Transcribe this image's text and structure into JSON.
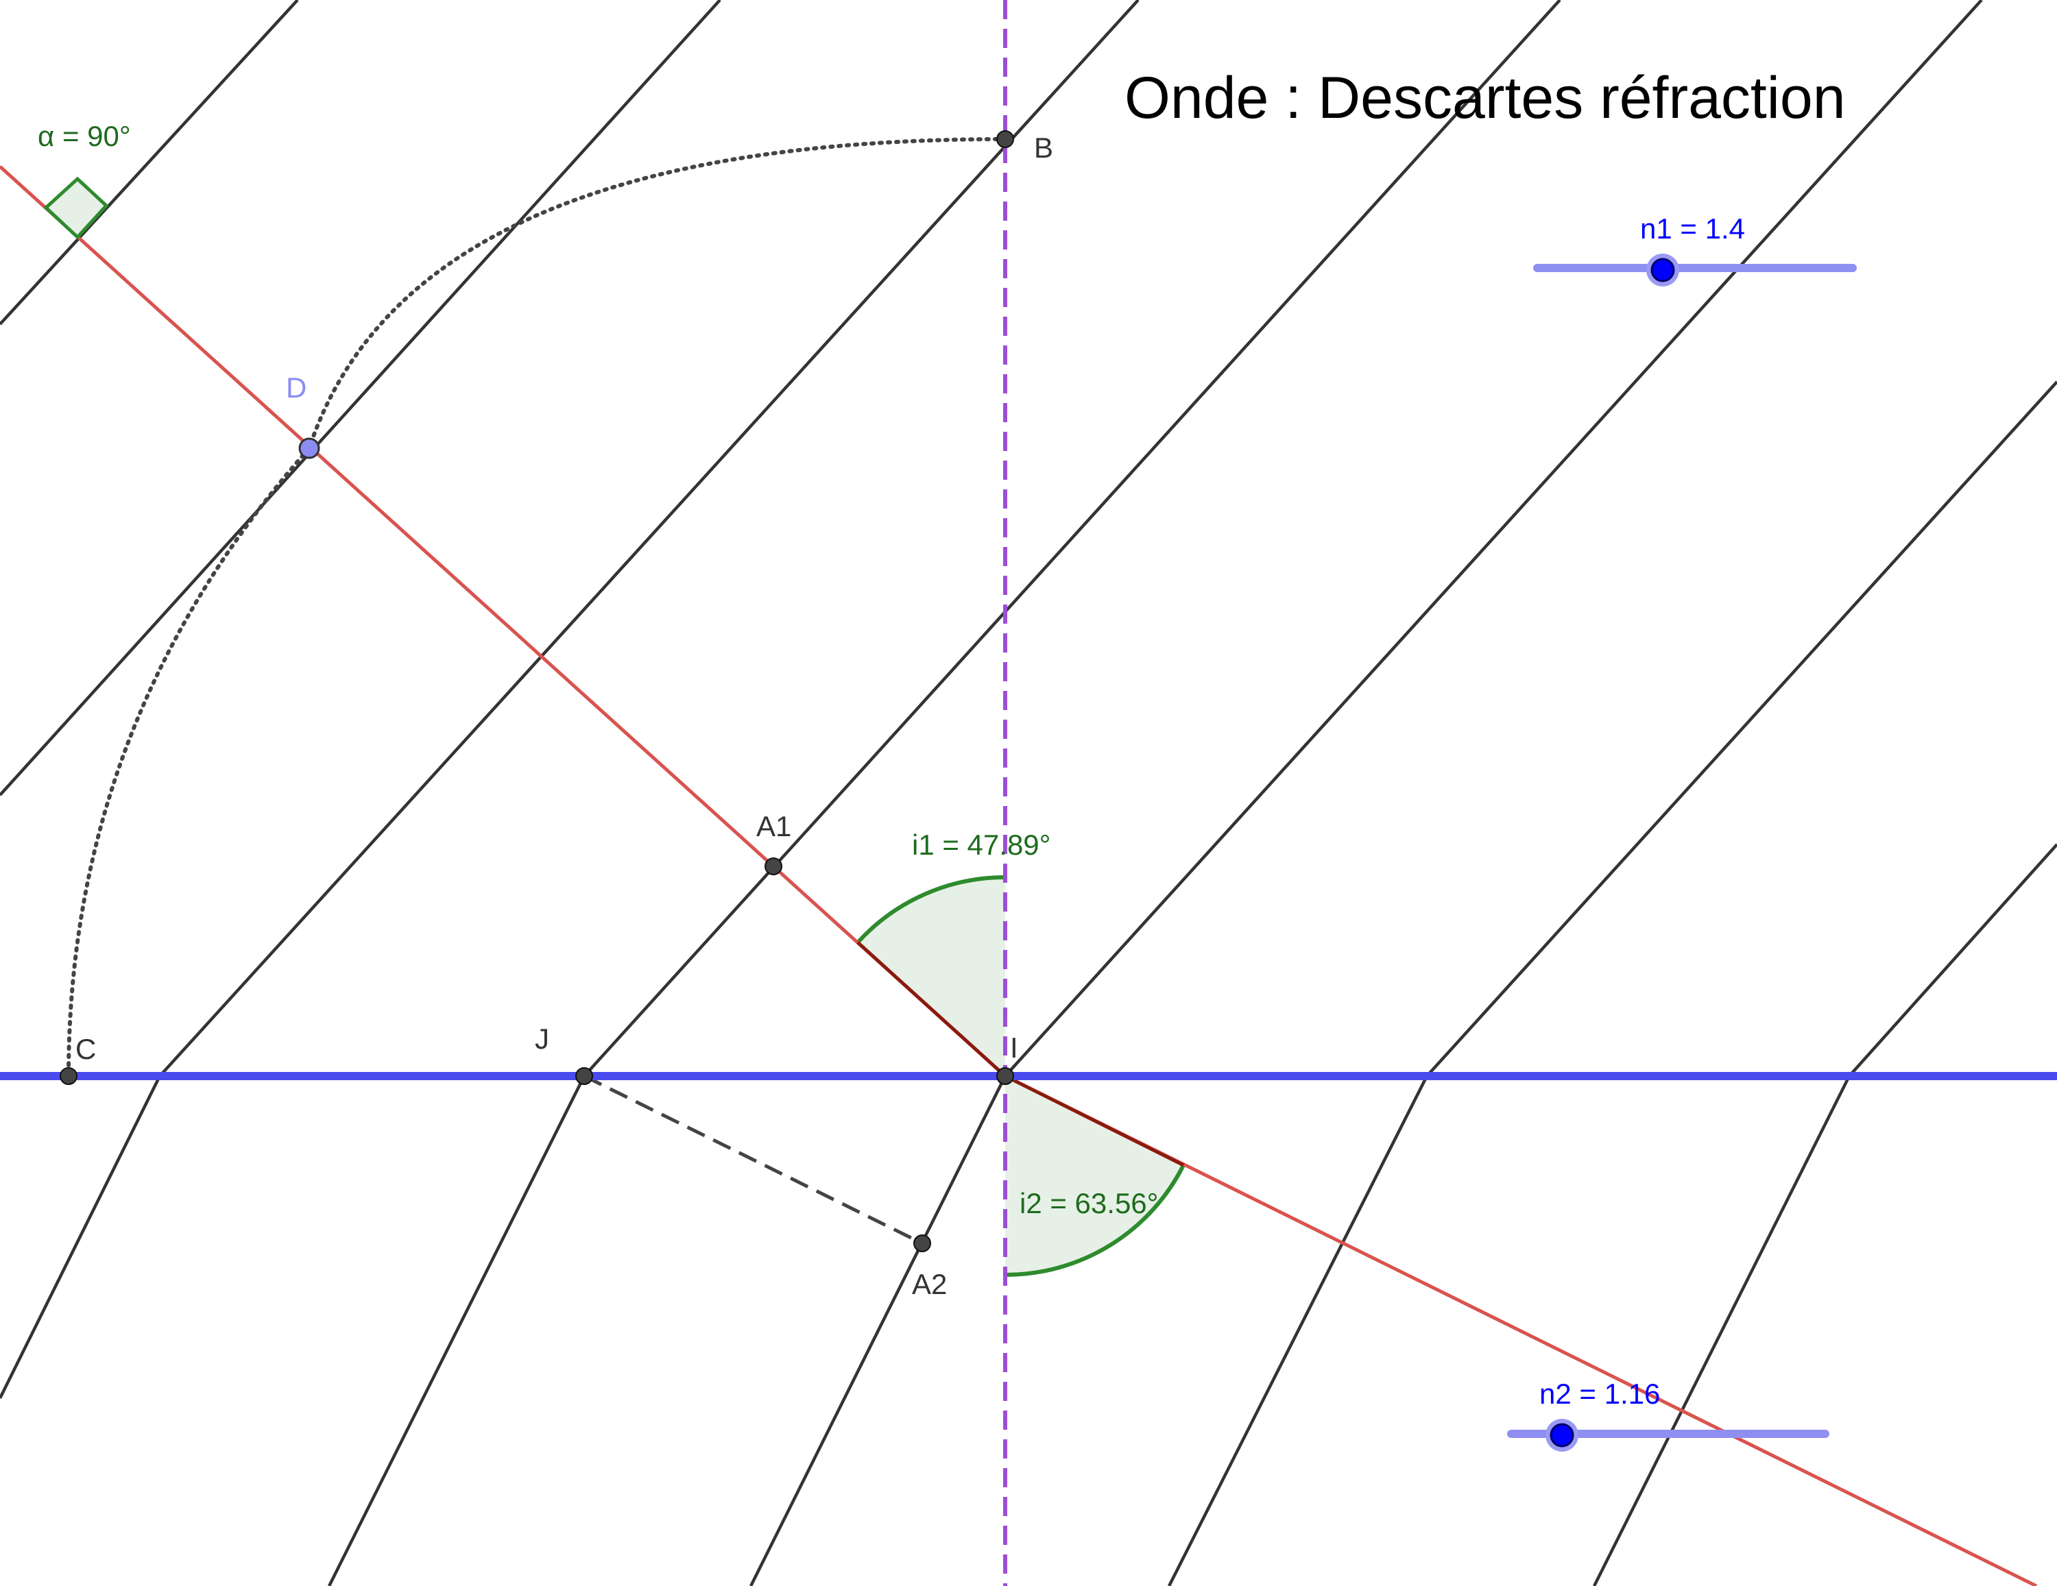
{
  "title": "Onde : Descartes réfraction",
  "points": {
    "B": "B",
    "D": "D",
    "A1": "A1",
    "C": "C",
    "J": "J",
    "I": "I",
    "A2": "A2"
  },
  "angles": {
    "alpha_label": "α = 90°",
    "i1_label": "i1 = 47.89°",
    "i2_label": "i2 = 63.56°",
    "i1_degrees": 47.89,
    "i2_degrees": 63.56
  },
  "sliders": {
    "n1": {
      "label": "n1 = 1.4",
      "value": 1.4
    },
    "n2": {
      "label": "n2 = 1.16",
      "value": 1.16
    }
  },
  "colors": {
    "wavefront": "#333333",
    "ray": "#d9534f",
    "ray_dark": "#8b1a0f",
    "interface": "#4a4aee",
    "normal": "#9b4fd6",
    "angle": "#2e8b2e",
    "angle_fill": "#e6f0e6",
    "label_green": "#1e6b1e",
    "slider": "#0000ff",
    "point": "#444444",
    "point_D": "#8c8cf2"
  }
}
